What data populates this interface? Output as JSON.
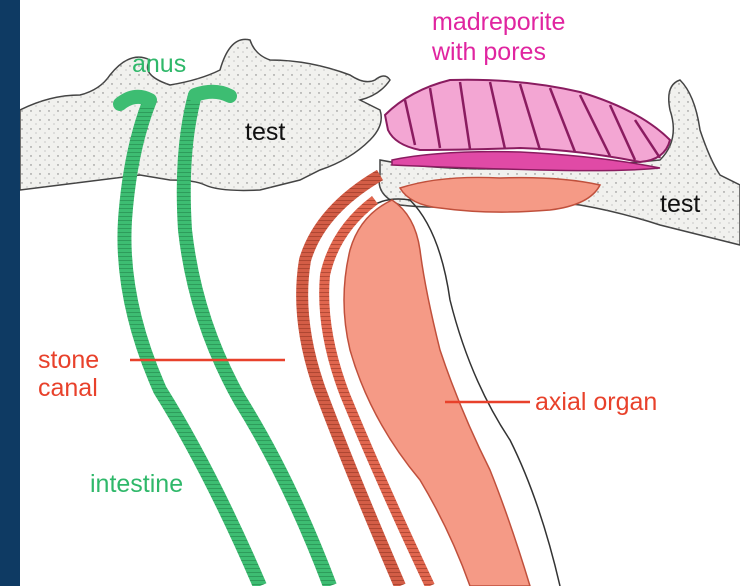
{
  "labels": {
    "anus": "anus",
    "madreporite_line1": "madreporite",
    "madreporite_line2": "with pores",
    "test_left": "test",
    "test_right": "test",
    "stone_line1": "stone",
    "stone_line2": "canal",
    "axial_organ": "axial organ",
    "intestine": "intestine"
  },
  "colors": {
    "background_frame": "#0e3a63",
    "test": "#f1f1ee",
    "intestine": "#3dbd72",
    "stone_canal": "#e0664e",
    "axial_organ": "#f59a86",
    "madreporite": "#e04aa6",
    "label_green": "#2fb86a",
    "label_red": "#e8412b",
    "label_magenta": "#e025a0",
    "label_black": "#111111"
  }
}
